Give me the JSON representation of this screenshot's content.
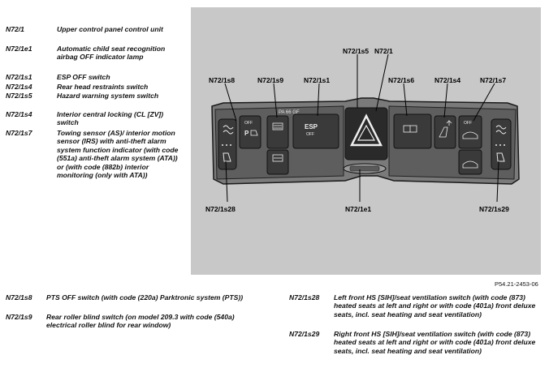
{
  "legend_top": [
    {
      "code": "N72/1",
      "desc": "Upper control panel control unit"
    },
    {
      "code": "N72/1e1",
      "desc": "Automatic child seat recognition airbag OFF indicator lamp"
    },
    {
      "code": "N72/1s1",
      "desc": "ESP OFF switch"
    },
    {
      "code": "N72/1s4",
      "desc": "Rear head restraints switch"
    },
    {
      "code": "N72/1s5",
      "desc": "Hazard warning system switch"
    },
    {
      "code": "N72/1s4",
      "desc": "Interior central locking (CL [ZV]) switch"
    },
    {
      "code": "N72/1s7",
      "desc": "Towing sensor (AS)/ interior motion sensor (IRS) with anti-theft alarm system function indicator (with code (551a) anti-theft alarm system (ATA)) or (with code (882b) interior monitoring (only with ATA))"
    }
  ],
  "callouts": {
    "s5": "N72/1s5",
    "n1": "N72/1",
    "s8": "N72/1s8",
    "s9": "N72/1s9",
    "s1": "N72/1s1",
    "s6": "N72/1s6",
    "s4": "N72/1s4",
    "s7": "N72/1s7",
    "s28": "N72/1s28",
    "e1": "N72/1e1",
    "s29": "N72/1s29"
  },
  "panel_text": {
    "pts_off": "OFF",
    "p_symbol": "P",
    "esp": "ESP",
    "esp_off": "OFF",
    "right_off": "OFF",
    "part_stamp": "PA 66 GF"
  },
  "figure_ref": "P54.21-2453-06",
  "legend_bottom_left": [
    {
      "code": "N72/1s8",
      "desc": "PTS OFF switch (with code (220a) Parktronic system (PTS))"
    },
    {
      "code": "N72/1s9",
      "desc": "Rear roller blind switch (on model 209.3 with code (540a) electrical roller blind for rear window)"
    }
  ],
  "legend_bottom_right": [
    {
      "code": "N72/1s28",
      "desc": "Left front HS [SIH]/seat ventilation switch (with code (873) heated seats at left and right or with code (401a) front deluxe seats, incl. seat heating and seat ventilation)"
    },
    {
      "code": "N72/1s29",
      "desc": "Right front HS [SIH]/seat ventilation switch (with code (873) heated seats at left and right or with code (401a) front deluxe seats, incl. seat heating and seat ventilation)"
    }
  ],
  "colors": {
    "panel_bg": "#c8c8c8",
    "unit_body": "#6e6e6e",
    "button": "#3c3c3c",
    "hazard": "#2a2a2a"
  }
}
